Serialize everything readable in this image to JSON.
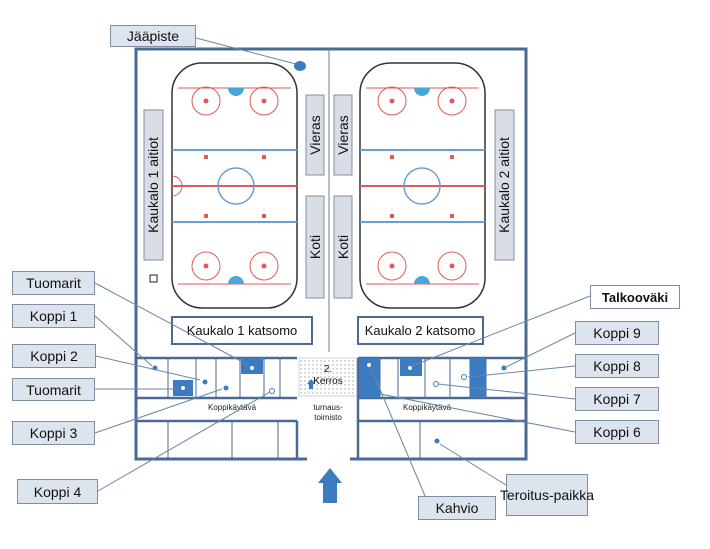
{
  "callouts": {
    "jaapiste": "Jääpiste",
    "tuomarit_top": "Tuomarit",
    "koppi1": "Koppi 1",
    "koppi2": "Koppi 2",
    "tuomarit_bottom": "Tuomarit",
    "koppi3": "Koppi 3",
    "koppi4": "Koppi 4",
    "talkoovaki": "Talkooväki",
    "koppi9": "Koppi 9",
    "koppi8": "Koppi 8",
    "koppi7": "Koppi 7",
    "koppi6": "Koppi 6",
    "teroituspaikka": "Teroitus-\npaikka",
    "kahvio": "Kahvio"
  },
  "rinks": {
    "rink1_goals": "Kaukalo 1 aitiot",
    "rink2_goals": "Kaukalo 2 aitiot",
    "vieras_left": "Vieras",
    "koti_left": "Koti",
    "vieras_right": "Vieras",
    "koti_right": "Koti",
    "stand1": "Kaukalo 1 katsomo",
    "stand2": "Kaukalo 2 katsomo"
  },
  "corridor": {
    "floor2": "2.\nKerros",
    "koppikaytava_left": "Koppikäytävä",
    "koppikaytava_right": "Koppikäytävä",
    "turnaustoimisto": "turnaus-\ntoimisto"
  },
  "colors": {
    "wall": "#4a6a94",
    "accent_blue": "#3b7bbf",
    "ice_red": "#e05a5a",
    "ice_blue": "#6aa0d0",
    "panel": "#d9dee6"
  }
}
